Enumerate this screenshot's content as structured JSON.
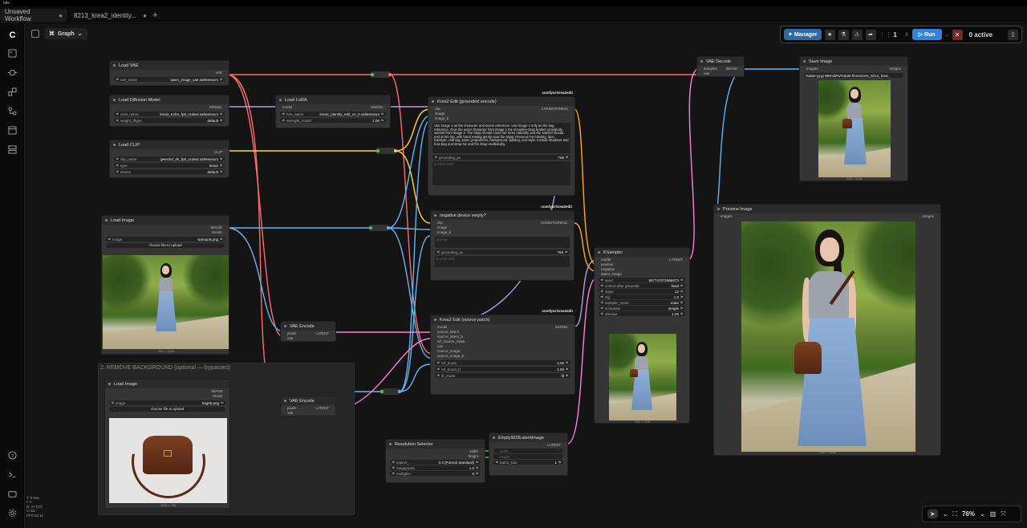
{
  "app": {
    "title": "Idle"
  },
  "tabs": [
    {
      "label": "Unsaved Workflow"
    },
    {
      "label": "8213_krea2_identity..."
    }
  ],
  "toolbar": {
    "graph_label": "Graph",
    "manager_label": "Manager",
    "queue_count": "1",
    "run_label": "Run",
    "active_label": "0 active"
  },
  "zoom": {
    "level": "76%"
  },
  "stats": [
    "T: 0.00s",
    "I: 0",
    "N: 27 [27]",
    "V: 63",
    "FPS:62.11"
  ],
  "group": {
    "title": "2. REMOVE BACKGROUND (optional — bypassed)"
  },
  "nodes": {
    "load_vae": {
      "title": "Load VAE",
      "out": "VAE",
      "w1_label": "vae_name",
      "w1_value": "qwen_image_vae.safetensors"
    },
    "load_diffusion": {
      "title": "Load Diffusion Model",
      "out": "MODEL",
      "w1_label": "unet_name",
      "w1_value": "krea2_turbo_fp8_scaled.safetensors",
      "w2_label": "weight_dtype",
      "w2_value": "default"
    },
    "load_clip": {
      "title": "Load CLIP",
      "out": "CLIP",
      "w1_label": "clip_name",
      "w1_value": "qwen3vl_4b_fp8_scaled.safetensors",
      "w2_label": "type",
      "w2_value": "krea2",
      "w3_label": "device",
      "w3_value": "default"
    },
    "load_lora": {
      "title": "Load LoRA",
      "in": "model",
      "out": "MODEL",
      "w1_label": "lora_name",
      "w1_value": "krea2_identity_edit_v1_0.safetensors",
      "w2_label": "strength_model",
      "w2_value": "1.00"
    },
    "load_image_1": {
      "title": "Load Image",
      "out1": "IMAGE",
      "out2": "MASK",
      "w1_label": "image",
      "w1_value": "woman8.png",
      "upload": "choose file to upload",
      "caption": "832 × 1216"
    },
    "load_image_2": {
      "title": "Load Image",
      "out1": "IMAGE",
      "out2": "MASK",
      "w1_label": "image",
      "w1_value": "bag05.png",
      "upload": "choose file to upload",
      "caption": "1024 × 768"
    },
    "vae_encode_1": {
      "title": "VAE Encode",
      "in1": "pixels",
      "in2": "vae",
      "out": "LATENT"
    },
    "vae_encode_2": {
      "title": "VAE Encode",
      "in1": "pixels",
      "in2": "vae",
      "out": "LATENT"
    },
    "krea_grounded": {
      "badge": "comfyui-krea2edit",
      "title": "Krea2 Edit (grounded encode)",
      "in1": "clip",
      "in2": "image",
      "in3": "image_b",
      "out": "CONDITIONING",
      "text": "Use image 1 as the character and scene reference. Use image 2 only as the bag reference. Give the exact character from image 1 the shoulder-strap leather crossbody satchel from image 2. The strap should cross her torso naturally and the satchel should rest at her hip, with hand resting gently near the strap. Preserve her identity, face, hairstyle, clothing, pose, proportions, background, lighting, and style. Include shadows and how bag and strap sit, and the strap realistically.",
      "w1_label": "grounding_px",
      "w1_value": "768",
      "placeholder": "positive edits"
    },
    "neg_device": {
      "badge": "comfyui-krea2edit",
      "title": "negative device empty?",
      "in1": "clip",
      "in2": "image",
      "in3": "image_b",
      "out": "CONDITIONING",
      "placeholder1": "prompt",
      "w1_label": "grounding_px",
      "w1_value": "768",
      "placeholder2": "prompt edits"
    },
    "krea_source": {
      "badge": "comfyui-krea2edit",
      "title": "Krea2 Edit (source patch)",
      "in1": "model",
      "in2": "source_latent",
      "in3": "source_latent_b",
      "in4": "ref_source_mask",
      "in5": "vae",
      "in6": "source_image",
      "in7": "source_image_b",
      "out": "MODEL",
      "w1_label": "ref_boost",
      "w1_value": "4.00",
      "w2_label": "ref_boost_b",
      "w2_value": "1.00",
      "w3_label": "fit_mode",
      "w3_value": "fit"
    },
    "ksampler": {
      "title": "KSampler",
      "in1": "model",
      "in2": "positive",
      "in3": "negative",
      "in4": "latent_image",
      "out": "LATENT",
      "w1_label": "seed",
      "w1_value": "597747071866073",
      "w2_label": "control after generate",
      "w2_value": "fixed",
      "w3_label": "steps",
      "w3_value": "12",
      "w4_label": "cfg",
      "w4_value": "1.0",
      "w5_label": "sampler_name",
      "w5_value": "euler",
      "w6_label": "scheduler",
      "w6_value": "simple",
      "w7_label": "denoise",
      "w7_value": "1.00",
      "caption": "832 × 1216"
    },
    "vae_decode": {
      "title": "VAE Decode",
      "in1": "samples",
      "in2": "vae",
      "out": "IMAGE"
    },
    "save_image": {
      "title": "Save Image",
      "in": "images",
      "out": "images",
      "w1_value": "%date:yyyy-MM-dd%/%date:hhmmss%_8213_krea..",
      "caption": "832 × 1216"
    },
    "preview_image": {
      "title": "Preview Image",
      "in": "images",
      "out": "images",
      "caption": "832 × 1216"
    },
    "resolution": {
      "title": "Resolution Selector",
      "out1": "width",
      "out2": "height",
      "w1_label": "aspect_...",
      "w1_value": "2:3 (Portrait Standard)",
      "w2_label": "megapixels",
      "w2_value": "1.0",
      "w3_label": "multiplier",
      "w3_value": "8"
    },
    "empty_latent": {
      "title": "EmptySD3LatentImage",
      "in1": "width",
      "in2": "height",
      "out": "LATENT",
      "w1_label": "width",
      "w2_label": "height",
      "w3_label": "batch_size",
      "w3_value": "1"
    }
  },
  "colors": {
    "vae": "#ff6b6b",
    "model": "#b39ddb",
    "clip": "#ffd54f",
    "image": "#64b5f6",
    "latent": "#ff80d0",
    "conditioning": "#ffa726",
    "int": "#66bb6a"
  }
}
